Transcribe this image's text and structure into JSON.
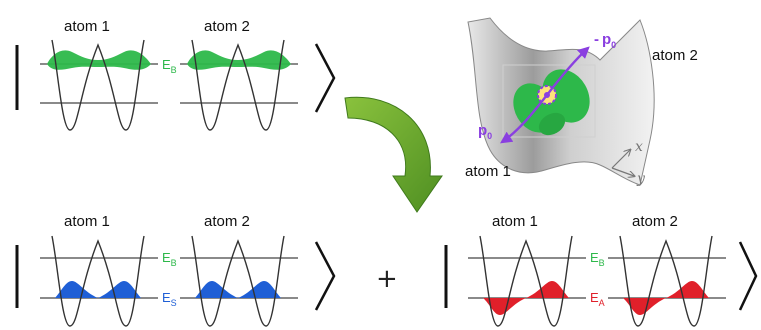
{
  "top_state": {
    "atom1_label": "atom 1",
    "atom2_label": "atom 2",
    "energy_label": {
      "main": "E",
      "sub": "B"
    },
    "wave_color": "#2db84a"
  },
  "bottom_symmetric": {
    "atom1_label": "atom 1",
    "atom2_label": "atom 2",
    "upper_energy_label": {
      "main": "E",
      "sub": "B"
    },
    "lower_energy_label": {
      "main": "E",
      "sub": "S"
    },
    "wave_color": "#1f5fd6",
    "upper_label_color": "#2db84a",
    "lower_label_color": "#1f5fd6"
  },
  "operator": "+",
  "bottom_antisymmetric": {
    "atom1_label": "atom 1",
    "atom2_label": "atom 2",
    "upper_energy_label": {
      "main": "E",
      "sub": "B"
    },
    "lower_energy_label": {
      "main": "E",
      "sub": "A"
    },
    "wave_color": "#e0202a",
    "upper_label_color": "#2db84a",
    "lower_label_color": "#e0202a"
  },
  "inset": {
    "atom1_label": "atom 1",
    "atom2_label": "atom 2",
    "momentum_minus": {
      "sign": "-",
      "main": "p",
      "sub": "0"
    },
    "momentum_plus": {
      "main": "p",
      "sub": "0"
    },
    "axis_x": "x",
    "axis_y": "y",
    "arrow_color": "#8a3fe0",
    "surface_color": "#b9b9b9",
    "lobe_color": "#2db84a"
  },
  "transition_arrow_color": "#5a9e2a"
}
